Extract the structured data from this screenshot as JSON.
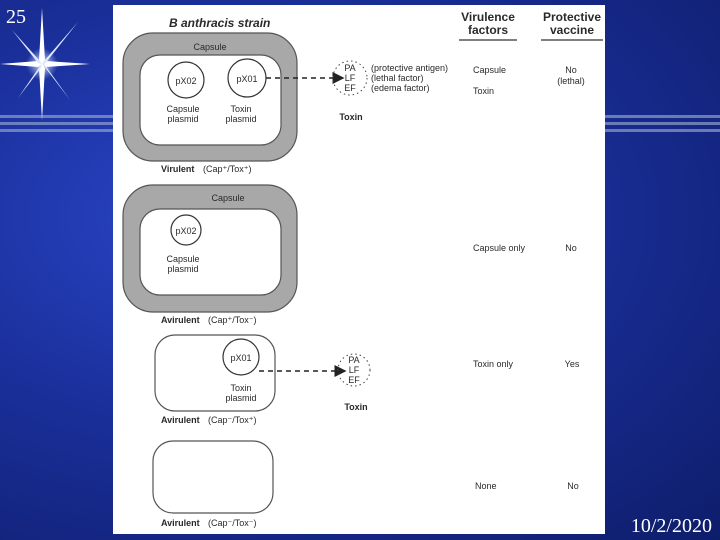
{
  "slide": {
    "number": "25",
    "date": "10/2/2020"
  },
  "header": {
    "strain_title": "B anthracis strain",
    "col_virulence": [
      "Virulence",
      "factors"
    ],
    "col_vaccine": [
      "Protective",
      "vaccine"
    ]
  },
  "rows": [
    {
      "capsule_label": "Capsule",
      "plasmid1": "pX02",
      "plasmid1_label": [
        "Capsule",
        "plasmid"
      ],
      "plasmid2": "pX01",
      "plasmid2_label": [
        "Toxin",
        "plasmid"
      ],
      "toxin": [
        "PA",
        "LF",
        "EF"
      ],
      "toxin_desc": [
        "(protective antigen)",
        "(lethal factor)",
        "(edema factor)"
      ],
      "toxin_label": "Toxin",
      "strain_type": "Virulent",
      "genotype": "(Cap⁺/Tox⁺)",
      "factors": [
        "Capsule",
        "Toxin"
      ],
      "vaccine": [
        "No",
        "(lethal)"
      ]
    },
    {
      "capsule_label": "Capsule",
      "plasmid1": "pX02",
      "plasmid1_label": [
        "Capsule",
        "plasmid"
      ],
      "strain_type": "Avirulent",
      "genotype": "(Cap⁺/Tox⁻)",
      "factors": [
        "Capsule only"
      ],
      "vaccine": [
        "No"
      ]
    },
    {
      "plasmid2": "pX01",
      "plasmid2_label": [
        "Toxin",
        "plasmid"
      ],
      "toxin": [
        "PA",
        "LF",
        "EF"
      ],
      "toxin_label": "Toxin",
      "strain_type": "Avirulent",
      "genotype": "(Cap⁻/Tox⁺)",
      "factors": [
        "Toxin only"
      ],
      "vaccine": [
        "Yes"
      ]
    },
    {
      "strain_type": "Avirulent",
      "genotype": "(Cap⁻/Tox⁻)",
      "factors": [
        "None"
      ],
      "vaccine": [
        "No"
      ]
    }
  ]
}
